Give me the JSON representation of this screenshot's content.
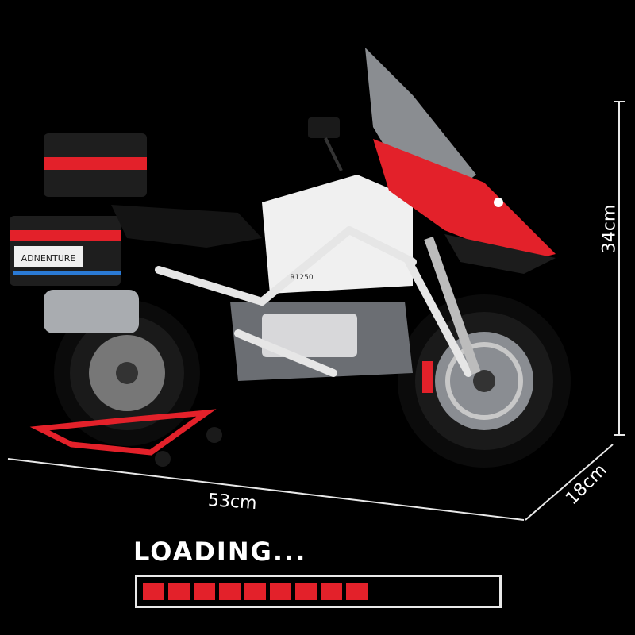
{
  "dimensions": {
    "length": "53cm",
    "height": "34cm",
    "width": "18cm"
  },
  "product_text": {
    "side_case_label": "ADNENTURE",
    "model_badge": "R1250"
  },
  "loading": {
    "label": "LOADING...",
    "filled_segments": 9,
    "progress_fraction": 0.64
  },
  "colors": {
    "background": "#000000",
    "accent_red": "#e3212a",
    "body_white": "#f0f0f0",
    "frame_dark": "#1c1c1c"
  }
}
